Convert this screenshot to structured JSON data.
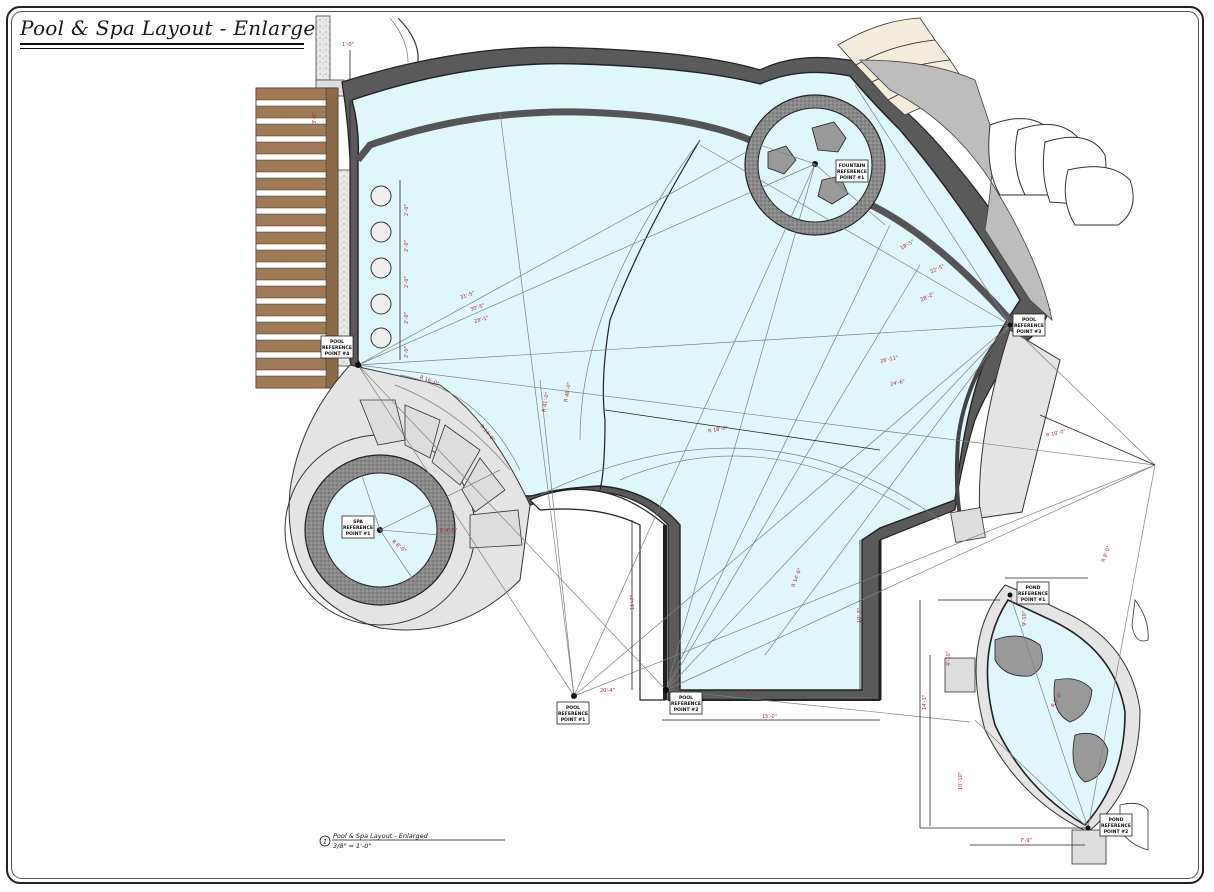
{
  "drawing_title": "Pool & Spa Layout - Enlarged",
  "detail_caption": {
    "number": "1",
    "title": "Pool & Spa Layout - Enlarged",
    "scale": "3/8\" = 1'-0\""
  },
  "reference_tags": {
    "pool_1": [
      "POOL",
      "REFERENCE",
      "POINT #1"
    ],
    "pool_2": [
      "POOL",
      "REFERENCE",
      "POINT #2"
    ],
    "pool_3": [
      "POOL",
      "REFERENCE",
      "POINT #3"
    ],
    "pool_4": [
      "POOL",
      "REFERENCE",
      "POINT #4"
    ],
    "spa_1": [
      "SPA",
      "REFERENCE",
      "POINT #1"
    ],
    "fountain_1": [
      "FOUNTAIN",
      "REFERENCE",
      "POINT #1"
    ],
    "pond_1": [
      "POND",
      "REFERENCE",
      "POINT #1"
    ],
    "pond_2": [
      "POND",
      "REFERENCE",
      "POINT #2"
    ]
  },
  "dimensions": {
    "d01": "1'-0\"",
    "d02": "3'-0\"",
    "d03": "2'-0\"",
    "d04": "2'-0\"",
    "d05": "2'-0\"",
    "d06": "2'-0\"",
    "d07": "2'-0\"",
    "d08": "31'-5\"",
    "d09": "30'-5\"",
    "d10": "28'-1\"",
    "d11": "R 41'-0\"",
    "d12": "R 48'-0\"",
    "d13": "R 18'-0\"",
    "d14": "R 16'-0\"",
    "d15": "R 14'-0\"",
    "d16": "R 8'-0\"",
    "d17": "R 4'-0\"",
    "d18": "10'-7\"",
    "d19": "15'-0\"",
    "d20": "11'-7\"",
    "d21": "20'-4\"",
    "d22": "19'-1\"",
    "d23": "26'-11\"",
    "d24": "24'-6\"",
    "d25": "R 14'-6\"",
    "d26": "10'-10\"",
    "d27": "14'-1\"",
    "d28": "7'-9\"",
    "d29": "R 5'-0\"",
    "d30": "R 8'-0\"",
    "d31": "28'-2\"",
    "d32": "22'-5\"",
    "d33": "18'-5\"",
    "d34": "4'-10\"",
    "d35": "9'-10\"",
    "d36": "R 10'-0\""
  }
}
